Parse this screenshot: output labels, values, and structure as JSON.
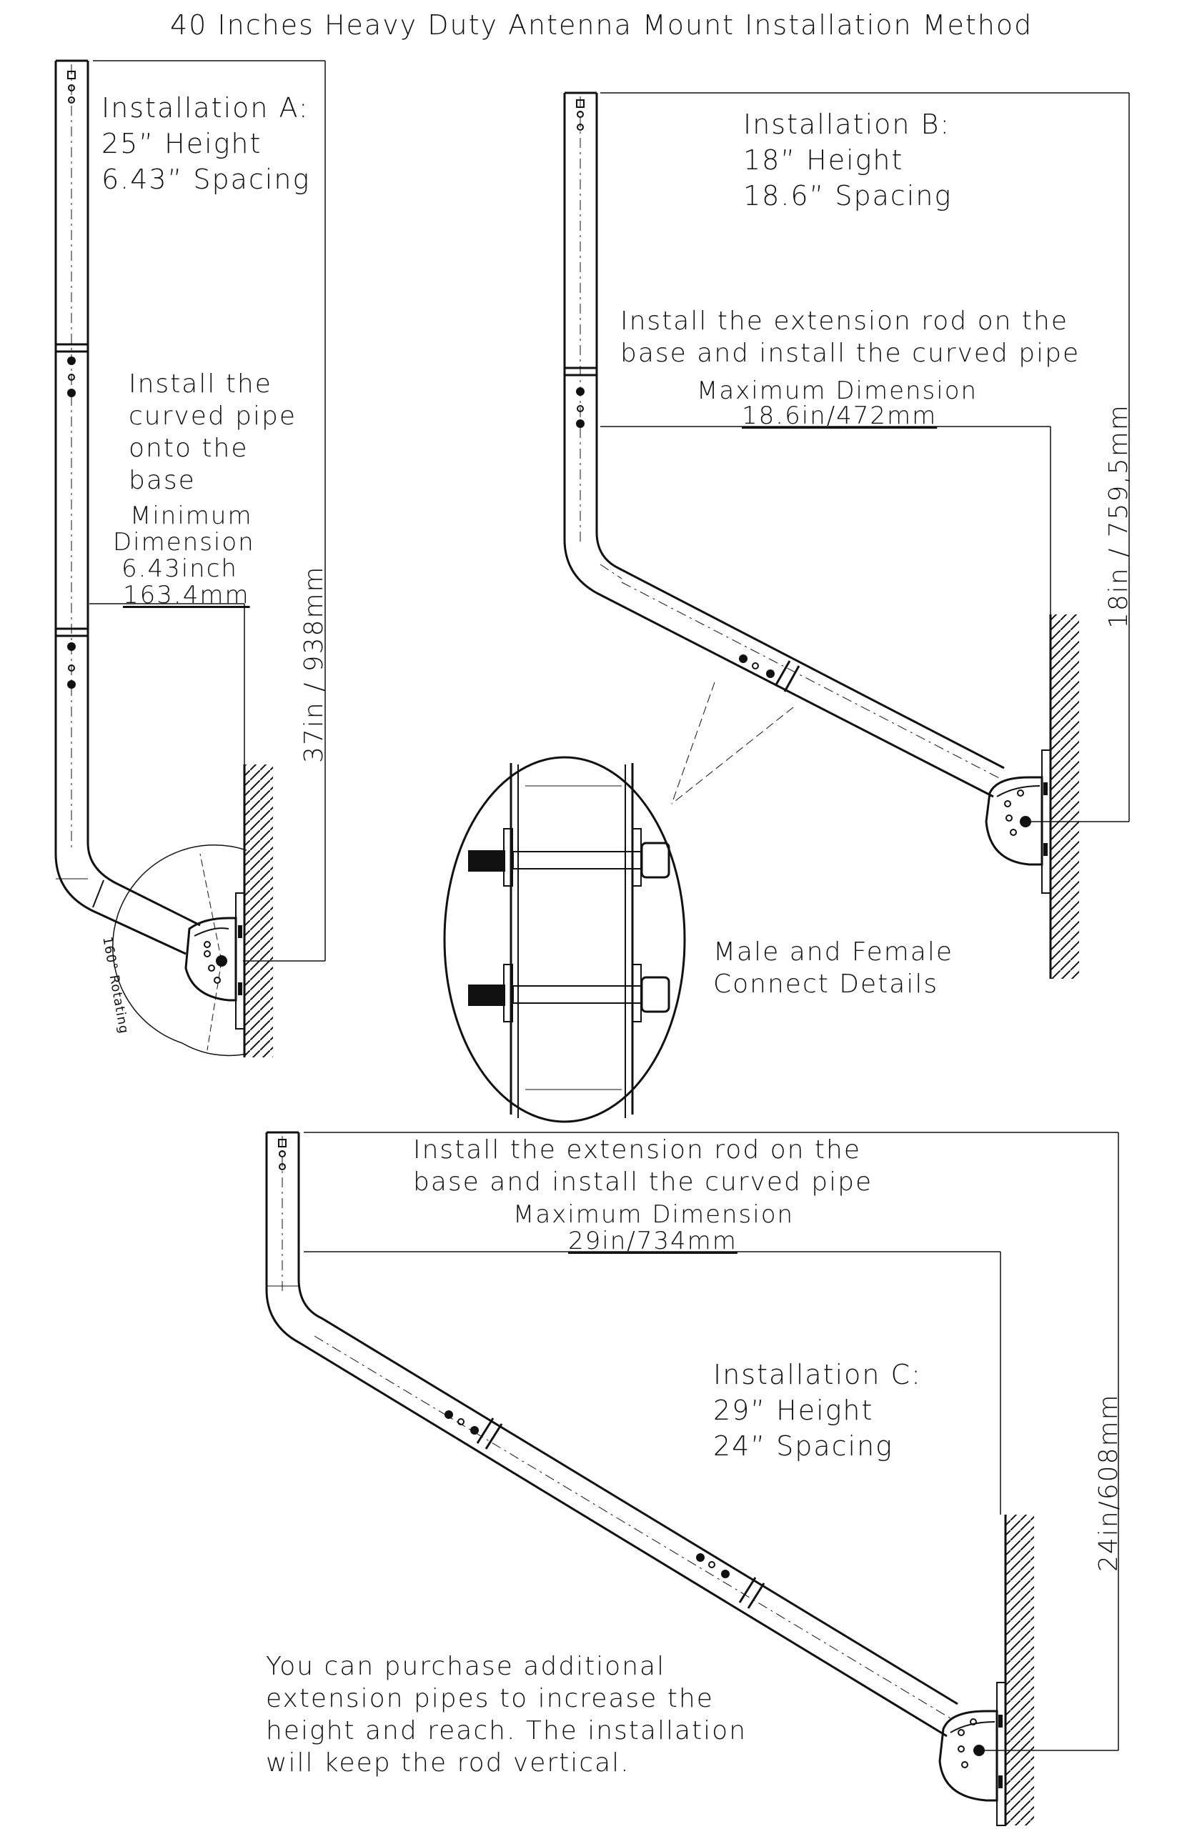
{
  "title": "40 Inches Heavy Duty Antenna Mount Installation Method",
  "installation_a": {
    "name": "Installation A:",
    "height": "25” Height",
    "spacing": "6.43” Spacing",
    "instruction": [
      "Install the",
      "curved pipe",
      "onto the",
      "base"
    ],
    "dimension_label": [
      "Minimum",
      "Dimension"
    ],
    "dimension_value": [
      "6.43inch",
      "163.4mm"
    ],
    "vertical_dimension": "37in / 938mm",
    "rotation": "160° Rotating"
  },
  "installation_b": {
    "name": "Installation B:",
    "height": "18” Height",
    "spacing": "18.6” Spacing",
    "instruction": [
      "Install the extension rod on the",
      "base and install the curved pipe"
    ],
    "dimension_label": "Maximum Dimension",
    "dimension_value": "18.6in/472mm",
    "vertical_dimension": "18in / 759,5mm"
  },
  "detail": {
    "caption": [
      "Male and Female",
      "Connect Details"
    ]
  },
  "installation_c": {
    "instruction": [
      "Install the extension rod on the",
      "base and install the curved pipe"
    ],
    "dimension_label": "Maximum Dimension",
    "dimension_value": "29in/734mm",
    "name": "Installation C:",
    "height": "29” Height",
    "spacing": "24” Spacing",
    "vertical_dimension": "24in/608mm"
  },
  "note": [
    "You can purchase additional",
    "extension pipes to increase the",
    "height and reach. The installation",
    "will keep the rod vertical."
  ]
}
